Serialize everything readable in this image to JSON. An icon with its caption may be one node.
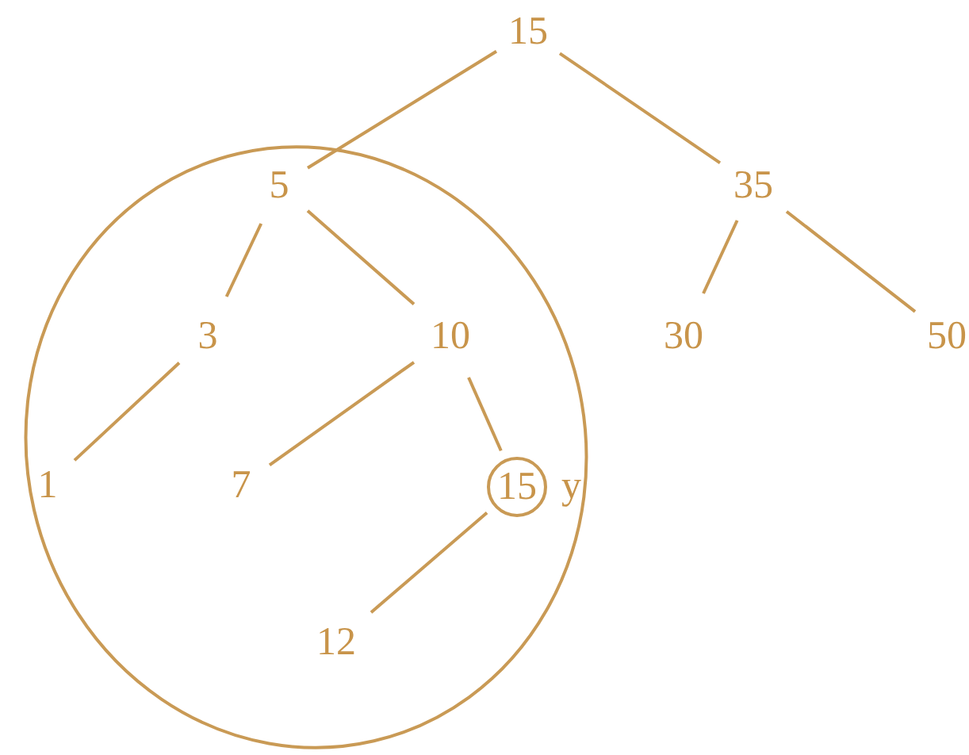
{
  "diagram": {
    "nodes": [
      {
        "text": [
          "15"
        ]
      },
      {
        "text": [],
        "shape": "ellipse"
      },
      {
        "text": [
          "5"
        ],
        "in": 1
      },
      {
        "text": [
          "35"
        ]
      },
      {
        "text": [
          "3"
        ],
        "in": 1
      },
      {
        "text": [
          "10"
        ],
        "in": 1
      },
      {
        "text": [
          "30"
        ]
      },
      {
        "text": [
          "50"
        ]
      },
      {
        "text": [
          "1"
        ],
        "in": 1
      },
      {
        "text": [
          "7"
        ],
        "in": 1
      },
      {
        "text": [],
        "shape": "circle",
        "in": 1,
        "beside": [
          "y"
        ]
      },
      {
        "text": [
          "15"
        ],
        "in": 10
      },
      {
        "text": [
          "12"
        ],
        "in": 1
      }
    ],
    "edges": [
      {
        "from": 0,
        "to": 2,
        "arrow": "none"
      },
      {
        "from": 0,
        "to": 3,
        "arrow": "none"
      },
      {
        "from": 2,
        "to": 4,
        "arrow": "none"
      },
      {
        "from": 2,
        "to": 5,
        "arrow": "none"
      },
      {
        "from": 3,
        "to": 6,
        "arrow": "none"
      },
      {
        "from": 3,
        "to": 7,
        "arrow": "none"
      },
      {
        "from": 4,
        "to": 8,
        "arrow": "none"
      },
      {
        "from": 5,
        "to": 9,
        "arrow": "none"
      },
      {
        "from": 5,
        "to": 10,
        "arrow": "none"
      },
      {
        "from": 10,
        "to": 12,
        "arrow": "none"
      }
    ]
  }
}
